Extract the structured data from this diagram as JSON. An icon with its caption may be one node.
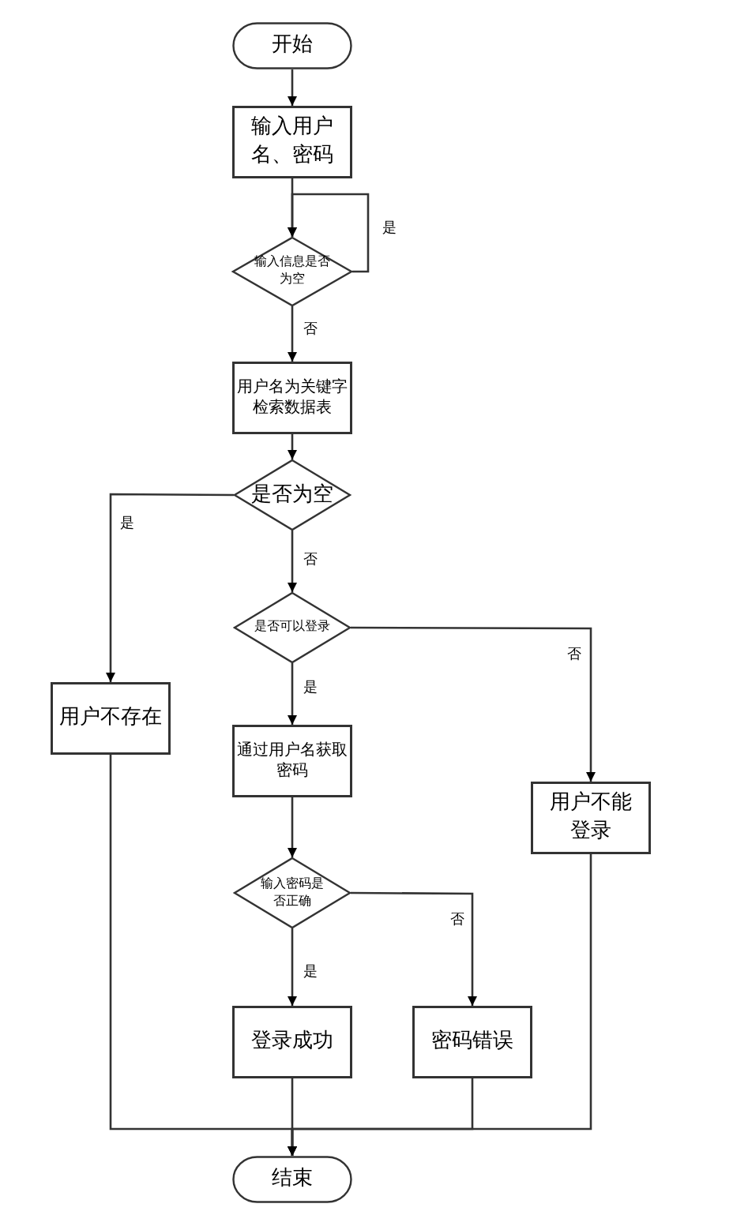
{
  "diagram": {
    "nodes": [
      {
        "text": [
          "开始"
        ]
      },
      {
        "text": [
          "输入用户名、密码"
        ]
      },
      {
        "text": [
          "输入信息是否为空"
        ]
      },
      {
        "text": [
          "用户名为关键字检索数据表"
        ]
      },
      {
        "text": [
          "是否为空"
        ]
      },
      {
        "text": [
          "是否可以登录"
        ]
      },
      {
        "text": [
          "用户不存在"
        ]
      },
      {
        "text": [
          "通过用户名获取密码"
        ]
      },
      {
        "text": [
          "用户不能登录"
        ]
      },
      {
        "text": [
          "输入密码是否正确"
        ]
      },
      {
        "text": [
          "登录成功"
        ]
      },
      {
        "text": [
          "密码错误"
        ]
      },
      {
        "text": [
          "结束"
        ]
      }
    ],
    "edges": [
      {
        "from": 0,
        "to": 1,
        "arrow": "to"
      },
      {
        "from": 1,
        "to": 2,
        "arrow": "to"
      },
      {
        "from": 2,
        "to": 2,
        "arrow": "to",
        "label": "是"
      },
      {
        "from": 2,
        "to": 3,
        "arrow": "to",
        "label": "否"
      },
      {
        "from": 3,
        "to": 4,
        "arrow": "to"
      },
      {
        "from": 4,
        "to": 6,
        "arrow": "to",
        "label": "是"
      },
      {
        "from": 4,
        "to": 5,
        "arrow": "to",
        "label": "否"
      },
      {
        "from": 5,
        "to": 7,
        "arrow": "to",
        "label": "是"
      },
      {
        "from": 5,
        "to": 8,
        "arrow": "to",
        "label": "否"
      },
      {
        "from": 7,
        "to": 9,
        "arrow": "to"
      },
      {
        "from": 9,
        "to": 10,
        "arrow": "to",
        "label": "是"
      },
      {
        "from": 9,
        "to": 11,
        "arrow": "to",
        "label": "否"
      },
      {
        "from": 6,
        "to": 12,
        "arrow": "to"
      },
      {
        "from": 8,
        "to": 12,
        "arrow": "to"
      },
      {
        "from": 10,
        "to": 12,
        "arrow": "to"
      },
      {
        "from": 11,
        "to": 12,
        "arrow": "to"
      }
    ]
  }
}
